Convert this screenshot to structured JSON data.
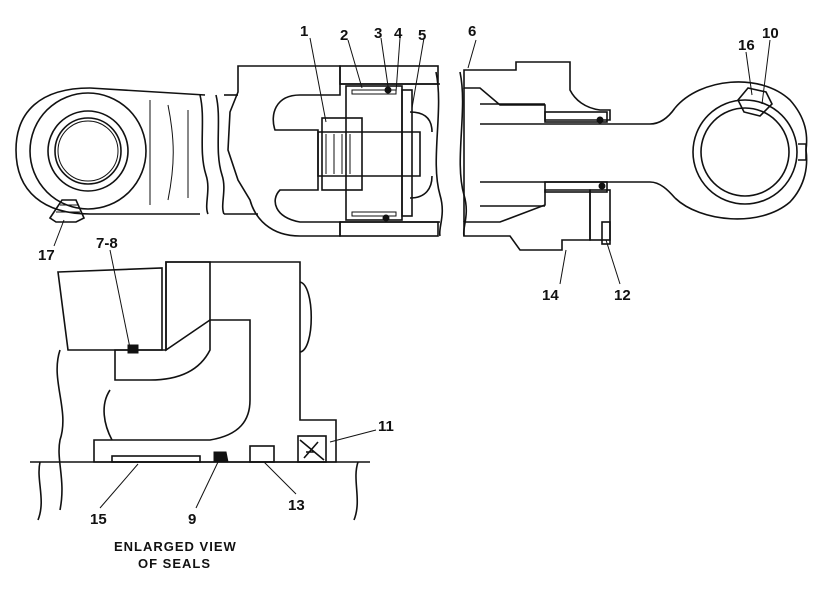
{
  "diagram": {
    "part_labels": {
      "p1": "1",
      "p2": "2",
      "p3": "3",
      "p4": "4",
      "p5": "5",
      "p6": "6",
      "p7_8": "7-8",
      "p9": "9",
      "p10": "10",
      "p11": "11",
      "p12": "12",
      "p13": "13",
      "p14": "14",
      "p15": "15",
      "p16": "16",
      "p17": "17"
    },
    "caption_line1": "ENLARGED VIEW",
    "caption_line2": "OF SEALS"
  }
}
